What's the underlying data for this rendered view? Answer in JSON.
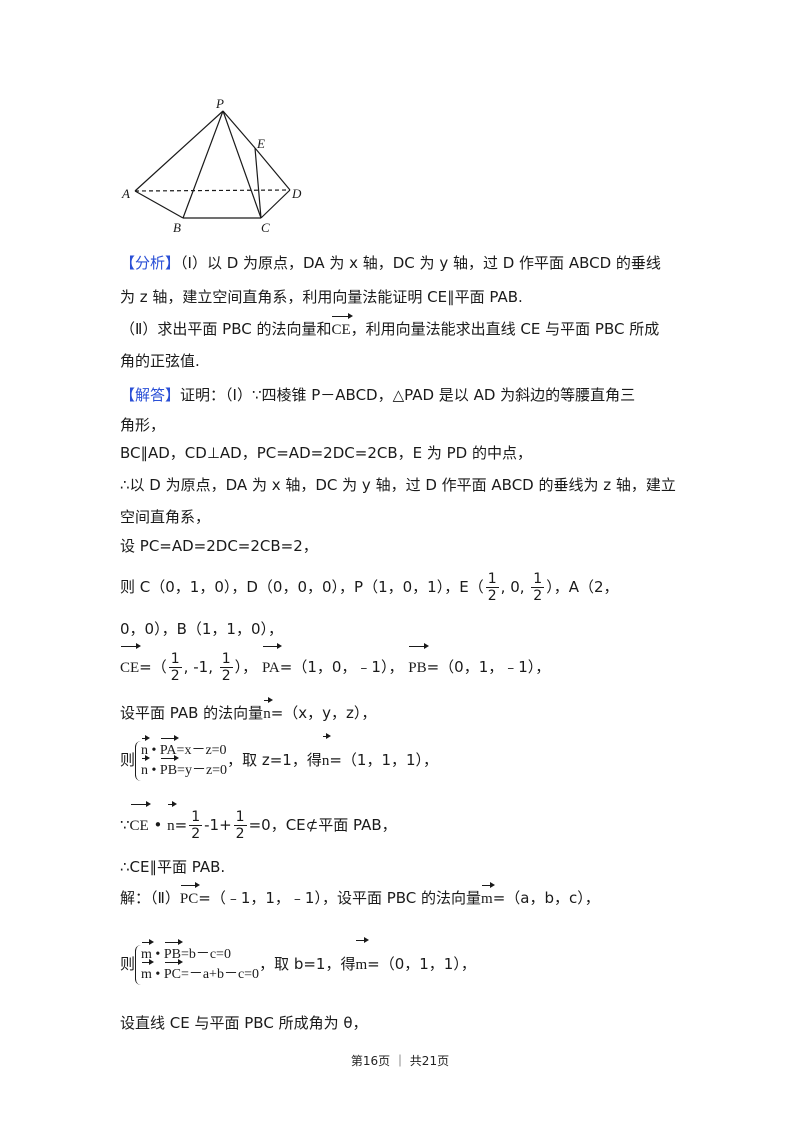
{
  "figure": {
    "labels": {
      "p": "P",
      "e": "E",
      "a": "A",
      "b": "B",
      "c": "C",
      "d": "D"
    }
  },
  "analysis": {
    "tag": "【分析】",
    "line1": "（Ⅰ）以 D 为原点，DA 为 x 轴，DC 为 y 轴，过 D 作平面 ABCD 的垂线",
    "line2": "为 z 轴，建立空间直角系，利用向量法能证明 CE∥平面 PAB.",
    "line3a": "（Ⅱ）求出平面 PBC 的法向量和",
    "line3b": "，利用向量法能求出直线 CE 与平面 PBC 所成",
    "line4": "角的正弦值."
  },
  "solution": {
    "tag": "【解答】",
    "line1": "证明：（Ⅰ）∵四棱锥 P－ABCD，△PAD 是以 AD 为斜边的等腰直角三",
    "line2": "角形，",
    "line3": "BC∥AD，CD⊥AD，PC=AD=2DC=2CB，E 为 PD 的中点，",
    "line4": "∴以 D 为原点，DA 为 x 轴，DC 为 y 轴，过 D 作平面 ABCD 的垂线为 z 轴，建立",
    "line5": "空间直角系，",
    "line6": "设 PC=AD=2DC=2CB=2，",
    "coords1a": "则 C（0，1，0），D（0，0，0），P（1，0，1），E（",
    "coords1b": "），A（2，",
    "coords2": "0，0），B（1，1，0），",
    "ce_vec_val": "=（",
    "ce_tail": "），",
    "pa_vec_val": "=（1，0，﹣1），",
    "pb_vec_val": "=（0，1，﹣1），",
    "normal_a": "设平面 PAB 的法向量",
    "normal_b": "=（x，y，z），",
    "sys1_pre": "则",
    "sys1_eq1": "=x－z=0",
    "sys1_eq2": "=y－z=0",
    "sys1_post_a": "，取 z=1，得",
    "sys1_post_b": "=（1，1，1），",
    "dot_pre": "∵",
    "dot_eq": "=",
    "dot_post": "=0，CE⊄平面 PAB，",
    "conclusion": "∴CE∥平面 PAB.",
    "part2_a": "解：（Ⅱ）",
    "part2_b": "=（﹣1，1，﹣1），设平面 PBC 的法向量",
    "part2_c": "=（a，b，c），",
    "sys2_pre": "则",
    "sys2_eq1": "=b－c=0",
    "sys2_eq2": "=－a+b－c=0",
    "sys2_post_a": "，取 b=1，得",
    "sys2_post_b": "=（0，1，1），",
    "last": "设直线 CE 与平面 PBC 所成角为 θ，"
  },
  "math": {
    "half_num": "1",
    "half_den": "2",
    "zero": "0",
    "neg1": "-1",
    "minus1": "-1+",
    "dot": "•",
    "v_ce": "CE",
    "v_pa": "PA",
    "v_pb": "PB",
    "v_pc": "PC",
    "v_n": "n",
    "v_m": "m"
  },
  "footer": {
    "text": "第16页 ｜ 共21页"
  }
}
